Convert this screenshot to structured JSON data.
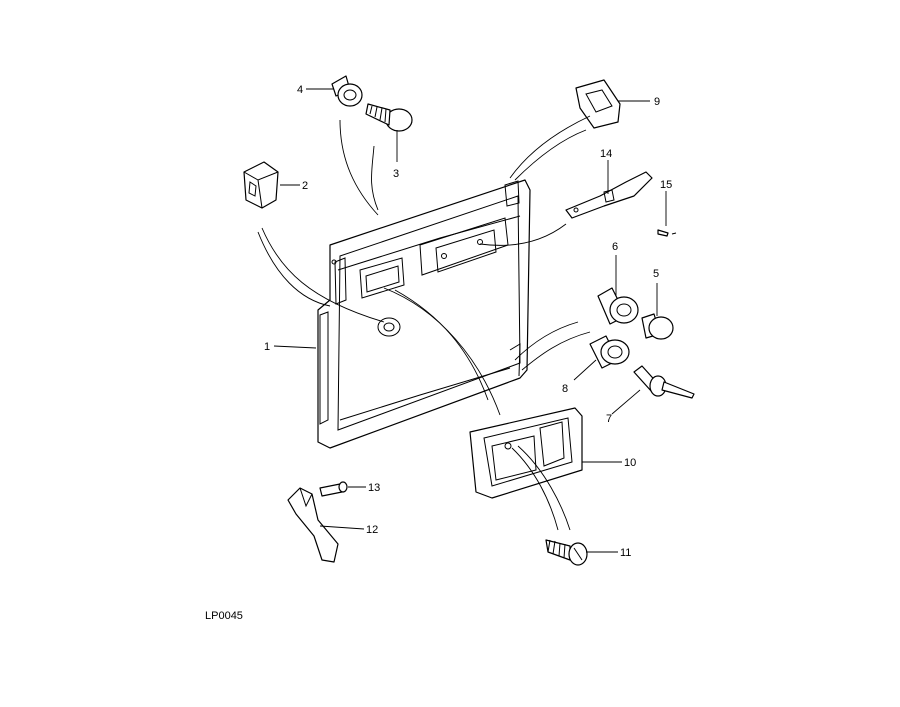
{
  "figure_code": "LP0045",
  "callouts": {
    "c1": "1",
    "c2": "2",
    "c3": "3",
    "c4": "4",
    "c5": "5",
    "c6": "6",
    "c7": "7",
    "c8": "8",
    "c9": "9",
    "c10": "10",
    "c11": "11",
    "c12": "12",
    "c13": "13",
    "c14": "14",
    "c15": "15"
  }
}
